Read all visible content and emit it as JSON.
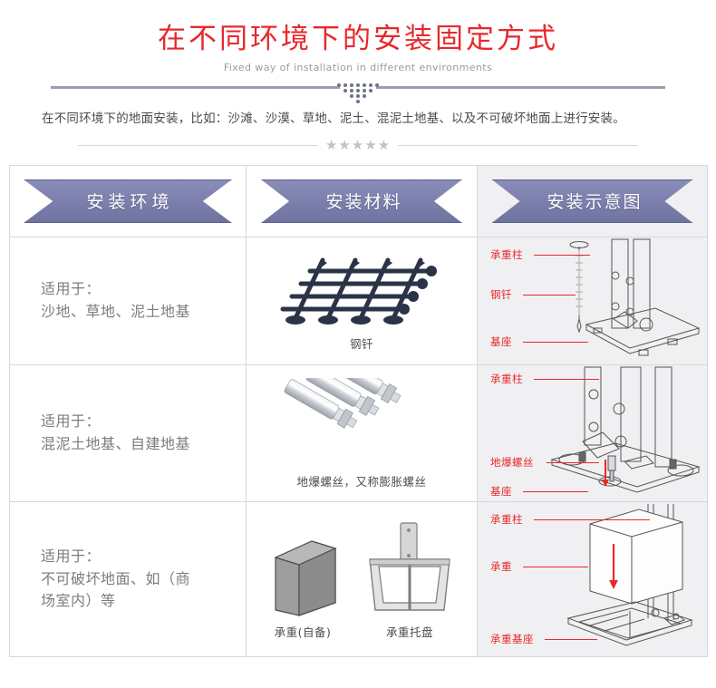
{
  "header": {
    "title": "在不同环境下的安装固定方式",
    "subtitle": "Fixed way of installation in different environments",
    "accent_color": "#e8282b",
    "banner_color": "#7e81ae"
  },
  "description": {
    "text": "在不同环境下的地面安装，比如：沙滩、沙漠、草地、泥土、混泥土地基、以及不可破坏地面上进行安装。",
    "stars": "★★★★★"
  },
  "table": {
    "columns": [
      {
        "label": "安装环境"
      },
      {
        "label": "安装材料"
      },
      {
        "label": "安装示意图"
      }
    ],
    "rows": [
      {
        "environment": {
          "line1": "适用于：",
          "line2": "沙地、草地、泥土地基"
        },
        "materials": [
          {
            "caption": "钢钎",
            "icon": "steel-nails-grid-icon"
          }
        ],
        "diagram": {
          "icon": "nail-base-assembly-diagram",
          "labels": [
            "承重柱",
            "钢钎",
            "基座"
          ]
        }
      },
      {
        "environment": {
          "line1": "适用于：",
          "line2": "混泥土地基、自建地基"
        },
        "materials": [
          {
            "caption": "地爆螺丝，又称膨胀螺丝",
            "icon": "expansion-bolts-icon"
          }
        ],
        "diagram": {
          "icon": "expansion-bolt-base-assembly-diagram",
          "labels": [
            "承重柱",
            "地爆螺丝",
            "基座"
          ]
        }
      },
      {
        "environment": {
          "line1": "适用于：",
          "line2": "不可破坏地面、如（商",
          "line3": "场室内）等"
        },
        "materials": [
          {
            "caption": "承重(自备)",
            "icon": "weight-block-icon"
          },
          {
            "caption": "承重托盘",
            "icon": "weight-tray-icon"
          }
        ],
        "diagram": {
          "icon": "counterweight-tray-assembly-diagram",
          "labels": [
            "承重柱",
            "承重",
            "承重基座"
          ]
        }
      }
    ]
  }
}
